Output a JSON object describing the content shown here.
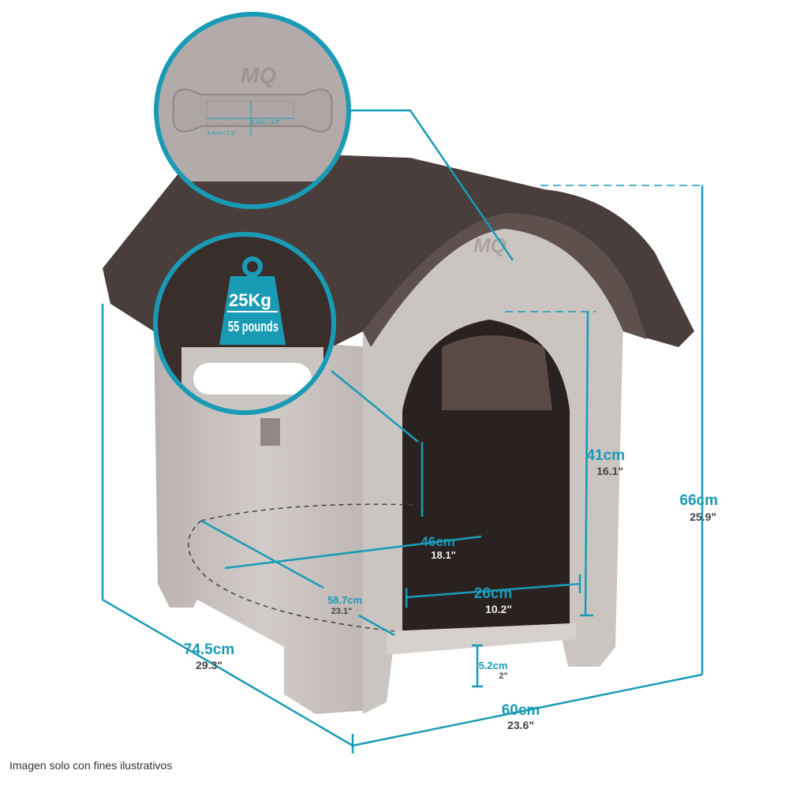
{
  "brand_logo": "MQ",
  "colors": {
    "accent": "#1a9bb5",
    "roof": "#4a3e3c",
    "body": "#c7c1be",
    "floor": "#2a2220"
  },
  "detail_nameplate": {
    "width_label": "9.3cm / 3.6\"",
    "height_label": "3.4cm / 1.3\""
  },
  "weight_badge": {
    "kg": "25Kg",
    "pounds": "55 pounds"
  },
  "dimensions": {
    "total_height": {
      "cm": "66cm",
      "in": "25.9\""
    },
    "door_height": {
      "cm": "41cm",
      "in": "16.1\""
    },
    "inner_depth": {
      "cm": "46cm",
      "in": "18.1\""
    },
    "door_width": {
      "cm": "26cm",
      "in": "10.2\""
    },
    "inner_width": {
      "cm": "58.7cm",
      "in": "23.1\""
    },
    "floor_clearance": {
      "cm": "5.2cm",
      "in": "2\""
    },
    "total_depth": {
      "cm": "74.5cm",
      "in": "29.3\""
    },
    "total_width": {
      "cm": "60cm",
      "in": "23.6\""
    }
  },
  "caption": "Imagen solo con fines ilustrativos"
}
